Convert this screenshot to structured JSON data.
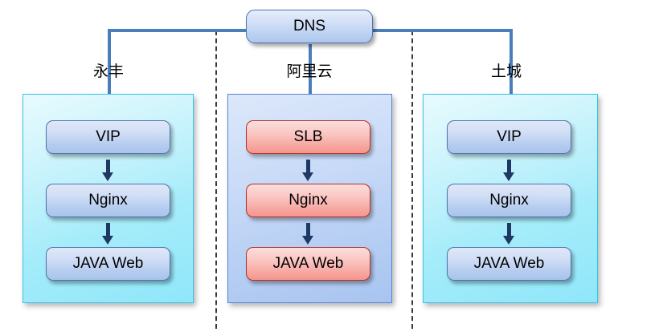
{
  "diagram": {
    "title_node": {
      "label": "DNS",
      "name": "dns-node"
    },
    "accent_colors": {
      "connector_blue": "#4a7ebb",
      "inner_arrow_navy": "#1f3864",
      "panel_cyan_border": "#37c3e8",
      "panel_blue_border": "#5b85d6",
      "node_blue_border": "#4f72ad",
      "node_red_border": "#b1302a",
      "divider_dash": "#3a3a3a"
    },
    "regions": [
      {
        "label": "永丰",
        "panel_style": "cyan",
        "nodes": [
          {
            "label": "VIP",
            "style": "blue"
          },
          {
            "label": "Nginx",
            "style": "blue"
          },
          {
            "label": "JAVA Web",
            "style": "blue"
          }
        ]
      },
      {
        "label": "阿里云",
        "panel_style": "blue",
        "nodes": [
          {
            "label": "SLB",
            "style": "red"
          },
          {
            "label": "Nginx",
            "style": "red"
          },
          {
            "label": "JAVA Web",
            "style": "red"
          }
        ]
      },
      {
        "label": "土城",
        "panel_style": "cyan",
        "nodes": [
          {
            "label": "VIP",
            "style": "blue"
          },
          {
            "label": "Nginx",
            "style": "blue"
          },
          {
            "label": "JAVA Web",
            "style": "blue"
          }
        ]
      }
    ]
  }
}
